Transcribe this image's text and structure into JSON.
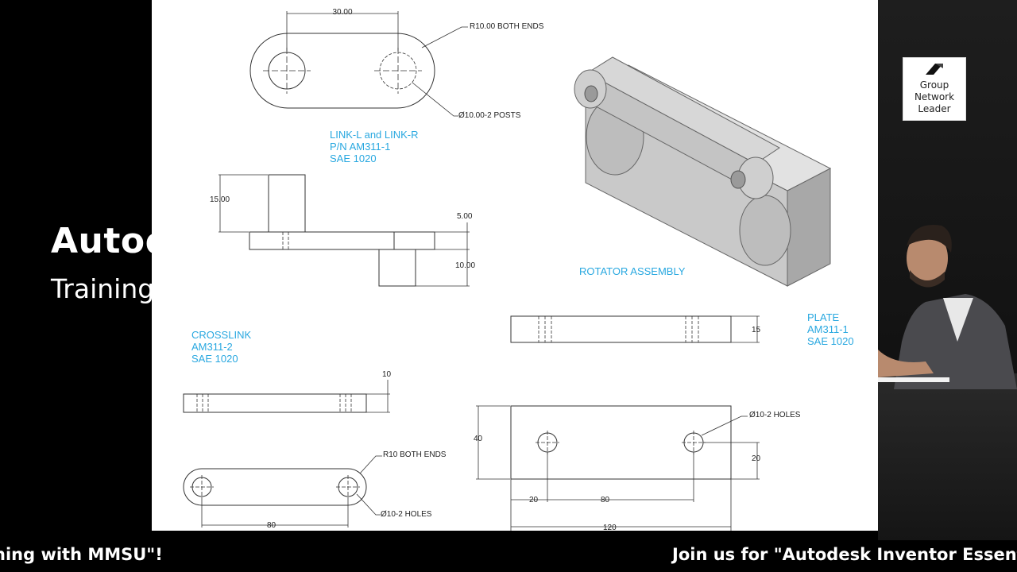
{
  "stream": {
    "left_title": "Autodesk",
    "left_subtitle": "Training",
    "badge": {
      "lines": [
        "Group",
        "Network",
        "Leader"
      ],
      "logo": "autodesk-logo-icon"
    },
    "ticker": {
      "left_text": "ning with MMSU\"!",
      "right_text": "Join us for \"Autodesk Inventor Essentials\""
    }
  },
  "drawing": {
    "link": {
      "dim_top": "30.00",
      "radius_note": "R10.00 BOTH ENDS",
      "posts_note": "Ø10.00-2 POSTS",
      "label_lines": [
        "LINK-L and LINK-R",
        "P/N AM311-1",
        "SAE 1020"
      ],
      "dim_height": "15.00",
      "dim_thickness": "5.00",
      "dim_post": "10.00"
    },
    "assembly_label": "ROTATOR ASSEMBLY",
    "plate": {
      "label_lines": [
        "PLATE",
        "AM311-1",
        "SAE 1020"
      ],
      "dim_thickness": "15",
      "holes_note": "Ø10-2 HOLES",
      "dim_height": "40",
      "dim_hole_y": "20",
      "dim_hole_x": "20",
      "dim_spacing": "80",
      "dim_width": "120"
    },
    "crosslink": {
      "label_lines": [
        "CROSSLINK",
        "AM311-2",
        "SAE 1020"
      ],
      "dim_thickness": "10",
      "radius_note": "R10 BOTH ENDS",
      "holes_note": "Ø10-2 HOLES",
      "dim_spacing": "80"
    }
  },
  "colors": {
    "accent_blue": "#29a8e0",
    "ticker_bg": "#000000"
  }
}
